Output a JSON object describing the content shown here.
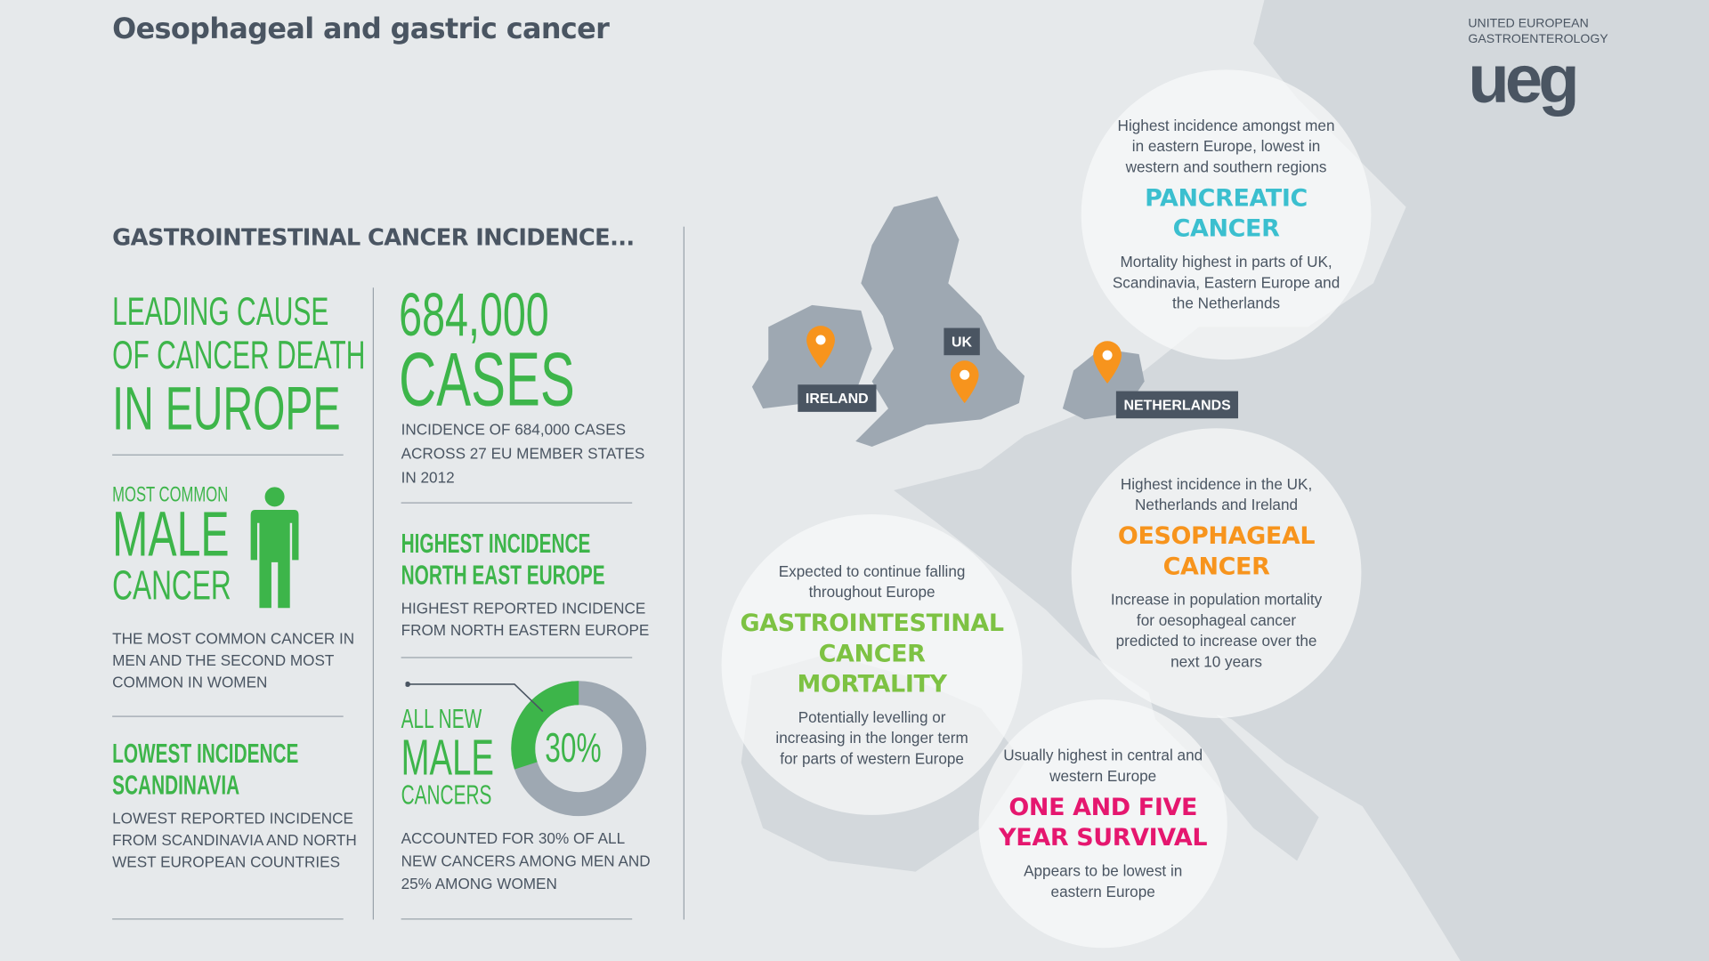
{
  "title": "Oesophageal and gastric cancer",
  "logo": {
    "line1": "UNITED EUROPEAN",
    "line2": "GASTROENTEROLOGY",
    "mark": "ueg"
  },
  "section_heading": "GASTROINTESTINAL CANCER INCIDENCE...",
  "left": {
    "leading": {
      "line1": "LEADING CAUSE",
      "line2": "OF CANCER DEATH",
      "line3": "IN EUROPE"
    },
    "male": {
      "line1": "MOST COMMON",
      "line2": "MALE",
      "line3": "CANCER",
      "desc": "THE MOST COMMON CANCER IN MEN AND THE SECOND MOST COMMON IN WOMEN"
    },
    "lowest": {
      "line1": "LOWEST INCIDENCE",
      "line2": "SCANDINAVIA",
      "desc": "LOWEST REPORTED INCIDENCE FROM SCANDINAVIA AND NORTH WEST EUROPEAN COUNTRIES"
    }
  },
  "middle": {
    "cases": {
      "number": "684,000",
      "word": "CASES",
      "desc": "INCIDENCE OF 684,000 CASES ACROSS 27 EU MEMBER STATES IN 2012"
    },
    "highest": {
      "line1": "HIGHEST INCIDENCE",
      "line2": "NORTH EAST EUROPE",
      "desc": "HIGHEST REPORTED INCIDENCE FROM NORTH EASTERN EUROPE"
    },
    "donut": {
      "line1": "ALL NEW",
      "line2": "MALE",
      "line3": "CANCERS",
      "percent_label": "30%",
      "percent": 30,
      "desc": "ACCOUNTED FOR 30% OF ALL NEW CANCERS AMONG MEN AND 25% AMONG WOMEN"
    }
  },
  "map_labels": {
    "ireland": "IRELAND",
    "uk": "UK",
    "netherlands": "NETHERLANDS"
  },
  "circles": {
    "pancreatic": {
      "top": "Highest incidence amongst men in eastern Europe, lowest in western and southern regions",
      "title1": "PANCREATIC",
      "title2": "CANCER",
      "bottom": "Mortality highest in parts of UK, Scandinavia, Eastern Europe and the Netherlands"
    },
    "oesophageal": {
      "top": "Highest incidence in the UK, Netherlands and Ireland",
      "title1": "OESOPHAGEAL",
      "title2": "CANCER",
      "bottom": "Increase in population mortality for oesophageal cancer predicted to increase over the next 10 years"
    },
    "gi": {
      "top": "Expected to continue falling throughout Europe",
      "title1": "GASTROINTESTINAL",
      "title2": "CANCER",
      "title3": "MORTALITY",
      "bottom": "Potentially levelling or increasing in the longer term for parts of western Europe"
    },
    "survival": {
      "top": "Usually highest in central and western Europe",
      "title1": "ONE AND FIVE",
      "title2": "YEAR SURVIVAL",
      "bottom": "Appears to be lowest in eastern Europe"
    }
  },
  "colors": {
    "green": "#3db54a",
    "cyan": "#3bbfcf",
    "orange": "#f7941d",
    "pink": "#e5176f",
    "lime": "#7dc243",
    "pin": "#f7941d"
  }
}
